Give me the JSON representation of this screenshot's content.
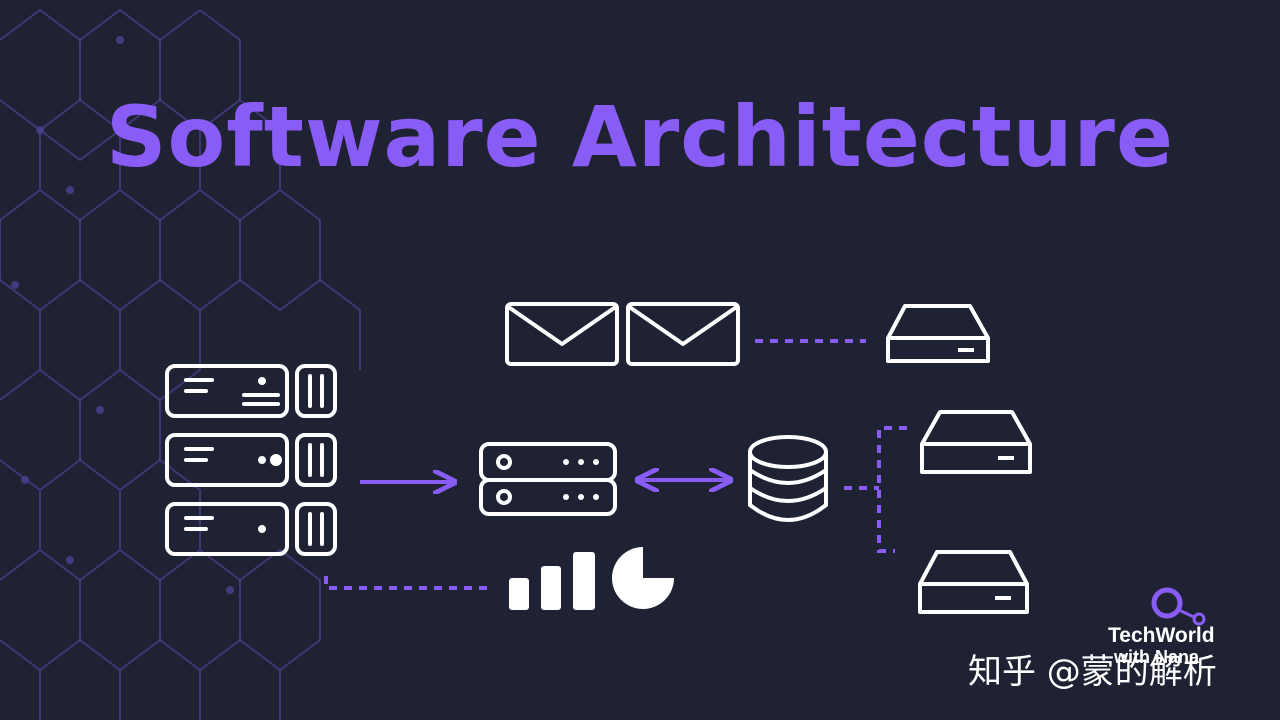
{
  "title": "Software Architecture",
  "brand": {
    "name": "TechWorld",
    "sub": "with Nana"
  },
  "watermark": "知乎 @蒙的解析",
  "colors": {
    "background": "#1f2233",
    "accent": "#8a5cf6",
    "icon_stroke": "#ffffff",
    "hex_pattern": "#4c3f8f"
  },
  "icons": [
    "server-rack-icon",
    "application-server-icon",
    "database-icon",
    "envelope-icon",
    "storage-drive-icon",
    "bar-chart-icon",
    "pie-chart-icon",
    "arrow-right-icon",
    "arrow-bidirectional-icon"
  ]
}
